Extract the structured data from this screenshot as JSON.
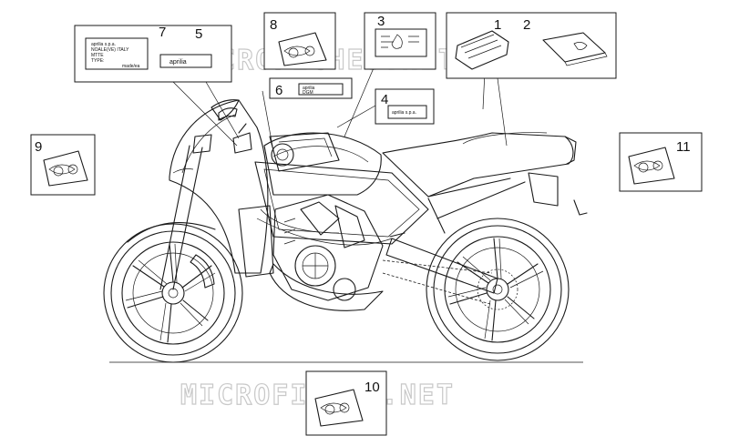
{
  "watermark": "MICROFICHES.NET",
  "callouts": [
    {
      "id": "c1",
      "number": "1"
    },
    {
      "id": "c2",
      "number": "2"
    },
    {
      "id": "c3",
      "number": "3"
    },
    {
      "id": "c4",
      "number": "4"
    },
    {
      "id": "c5",
      "number": "5"
    },
    {
      "id": "c6",
      "number": "6"
    },
    {
      "id": "c7",
      "number": "7"
    },
    {
      "id": "c8",
      "number": "8"
    },
    {
      "id": "c9",
      "number": "9"
    },
    {
      "id": "c10",
      "number": "10"
    },
    {
      "id": "c11",
      "number": "11"
    }
  ],
  "labels": {
    "brand": "aprilia",
    "brand_spa": "aprilia s.p.a.",
    "plate_line1": "NOALE(VE) ITALY",
    "plate_line2": "MTTE",
    "plate_line3": "TYPE:",
    "plate_line4": "made/ea",
    "dgm": "DGM"
  }
}
